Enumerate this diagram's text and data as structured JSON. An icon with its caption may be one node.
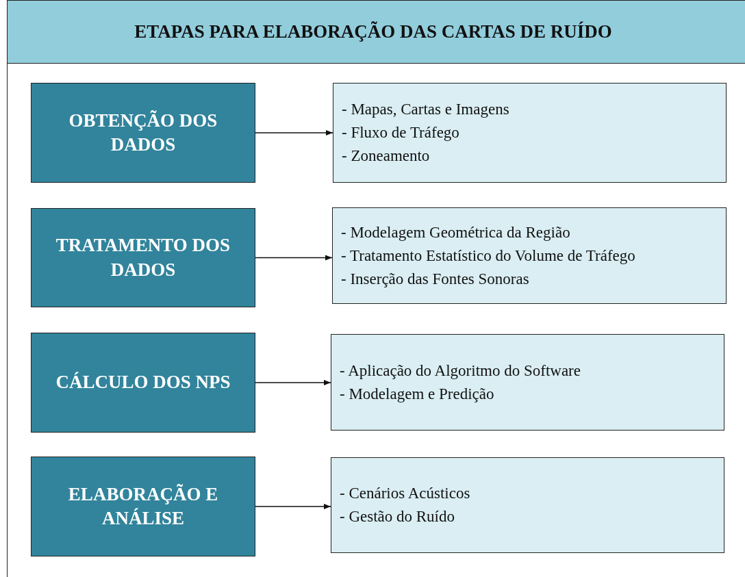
{
  "diagram": {
    "title": "ETAPAS PARA ELABORAÇÃO DAS CARTAS DE RUÍDO",
    "nodes": [
      {
        "text": [
          "OBTENÇÃO DOS DADOS"
        ]
      },
      {
        "text": [
          "- Mapas, Cartas e Imagens",
          "- Fluxo de Tráfego",
          "- Zoneamento"
        ]
      },
      {
        "text": [
          "TRATAMENTO DOS DADOS"
        ]
      },
      {
        "text": [
          "- Modelagem Geométrica da Região",
          "- Tratamento Estatístico do Volume de Tráfego",
          "- Inserção das Fontes Sonoras"
        ]
      },
      {
        "text": [
          "CÁLCULO DOS NPS"
        ]
      },
      {
        "text": [
          "- Aplicação do Algoritmo do Software",
          "- Modelagem e Predição"
        ]
      },
      {
        "text": [
          "ELABORAÇÃO E ANÁLISE"
        ]
      },
      {
        "text": [
          "- Cenários Acústicos",
          "- Gestão do Ruído"
        ]
      }
    ],
    "edges": [
      {
        "from": 0,
        "to": 1,
        "arrow": "to"
      },
      {
        "from": 2,
        "to": 3,
        "arrow": "to"
      },
      {
        "from": 4,
        "to": 5,
        "arrow": "to"
      },
      {
        "from": 6,
        "to": 7,
        "arrow": "to"
      }
    ]
  }
}
